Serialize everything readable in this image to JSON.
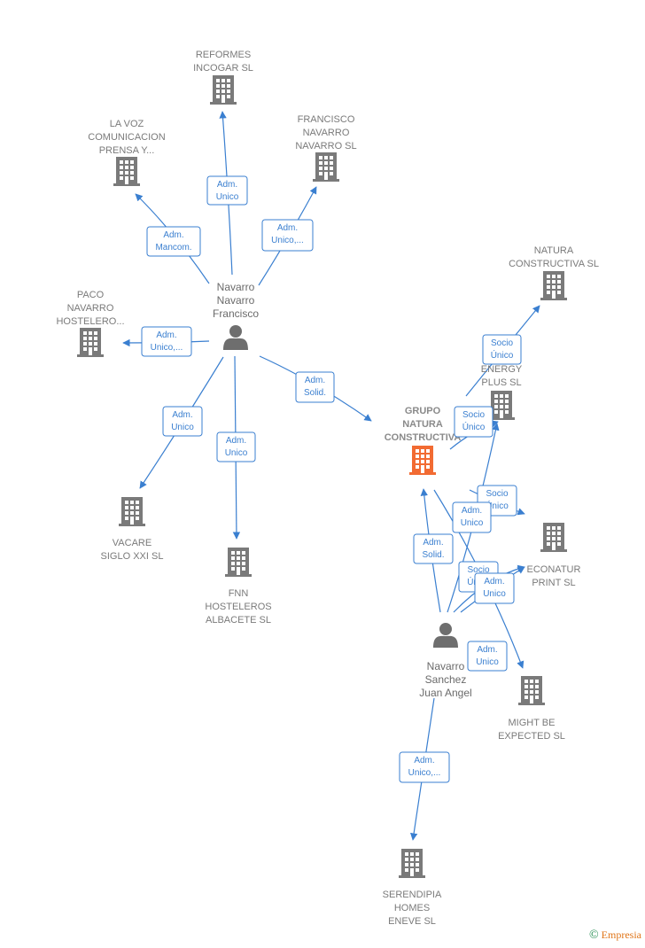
{
  "colors": {
    "edge": "#3a7fd0",
    "company_icon": "#7a7a7a",
    "focus_icon": "#f26b32",
    "person_icon": "#6e6e6e",
    "footer_brand": "#e0761a",
    "footer_copy": "#1f8a4d"
  },
  "nodes": [
    {
      "id": "reformes",
      "type": "company",
      "icon": "building-icon",
      "label": [
        "REFORMES",
        "INCOGAR SL"
      ]
    },
    {
      "id": "lavoz",
      "type": "company",
      "icon": "building-icon",
      "label": [
        "LA VOZ",
        "COMUNICACION",
        "PRENSA Y..."
      ]
    },
    {
      "id": "francisco_sl",
      "type": "company",
      "icon": "building-icon",
      "label": [
        "FRANCISCO",
        "NAVARRO",
        "NAVARRO SL"
      ]
    },
    {
      "id": "paco",
      "type": "company",
      "icon": "building-icon",
      "label": [
        "PACO",
        "NAVARRO",
        "HOSTELERO..."
      ]
    },
    {
      "id": "navarro_francisco",
      "type": "person",
      "icon": "person-icon",
      "label": [
        "Navarro",
        "Navarro",
        "Francisco"
      ]
    },
    {
      "id": "vacare",
      "type": "company",
      "icon": "building-icon",
      "label": [
        "VACARE",
        "SIGLO XXI SL"
      ]
    },
    {
      "id": "fnn",
      "type": "company",
      "icon": "building-icon",
      "label": [
        "FNN",
        "HOSTELEROS",
        "ALBACETE SL"
      ]
    },
    {
      "id": "grupo",
      "type": "focus",
      "icon": "building-icon",
      "label": [
        "GRUPO",
        "NATURA",
        "CONSTRUCTIVA"
      ]
    },
    {
      "id": "natura",
      "type": "company",
      "icon": "building-icon",
      "label": [
        "NATURA",
        "CONSTRUCTIVA SL"
      ]
    },
    {
      "id": "energy",
      "type": "company",
      "icon": "building-icon",
      "label": [
        "S...S",
        "ENERGY",
        "PLUS SL"
      ]
    },
    {
      "id": "econatur",
      "type": "company",
      "icon": "building-icon",
      "label": [
        "ECONATUR",
        "PRINT SL"
      ]
    },
    {
      "id": "navarro_juan",
      "type": "person",
      "icon": "person-icon",
      "label": [
        "Navarro",
        "Sanchez",
        "Juan Angel"
      ]
    },
    {
      "id": "might",
      "type": "company",
      "icon": "building-icon",
      "label": [
        "MIGHT BE",
        "EXPECTED SL"
      ]
    },
    {
      "id": "serendipia",
      "type": "company",
      "icon": "building-icon",
      "label": [
        "SERENDIPIA",
        "HOMES",
        "ENEVE SL"
      ]
    }
  ],
  "edges": [
    {
      "from": "navarro_francisco",
      "to": "reformes",
      "label": [
        "Adm.",
        "Unico"
      ]
    },
    {
      "from": "navarro_francisco",
      "to": "lavoz",
      "label": [
        "Adm.",
        "Mancom."
      ]
    },
    {
      "from": "navarro_francisco",
      "to": "francisco_sl",
      "label": [
        "Adm.",
        "Unico,..."
      ]
    },
    {
      "from": "navarro_francisco",
      "to": "paco",
      "label": [
        "Adm.",
        "Unico,..."
      ]
    },
    {
      "from": "navarro_francisco",
      "to": "vacare",
      "label": [
        "Adm.",
        "Unico"
      ]
    },
    {
      "from": "navarro_francisco",
      "to": "fnn",
      "label": [
        "Adm.",
        "Unico"
      ]
    },
    {
      "from": "navarro_francisco",
      "to": "grupo",
      "label": [
        "Adm.",
        "Solid."
      ]
    },
    {
      "from": "energy",
      "to": "natura",
      "label": [
        "Socio",
        "Único"
      ]
    },
    {
      "from": "grupo",
      "to": "energy",
      "label": [
        "Socio",
        "Único"
      ]
    },
    {
      "from": "grupo",
      "to": "econatur",
      "label": [
        "Socio",
        "Único"
      ]
    },
    {
      "from": "navarro_juan",
      "to": "grupo",
      "label": [
        "Adm.",
        "Solid."
      ]
    },
    {
      "from": "navarro_juan",
      "to": "energy",
      "label": [
        "Adm.",
        "Unico"
      ]
    },
    {
      "from": "navarro_juan",
      "to": "econatur",
      "label": [
        "Socio",
        "Único"
      ]
    },
    {
      "from": "navarro_juan",
      "to": "econatur",
      "label": [
        "Adm.",
        "Unico"
      ]
    },
    {
      "from": "grupo",
      "to": "might",
      "label": [
        "Adm.",
        "Unico"
      ]
    },
    {
      "from": "navarro_juan",
      "to": "serendipia",
      "label": [
        "Adm.",
        "Unico,..."
      ]
    }
  ],
  "footer": {
    "copyright": "©",
    "brand": "Empresia"
  }
}
